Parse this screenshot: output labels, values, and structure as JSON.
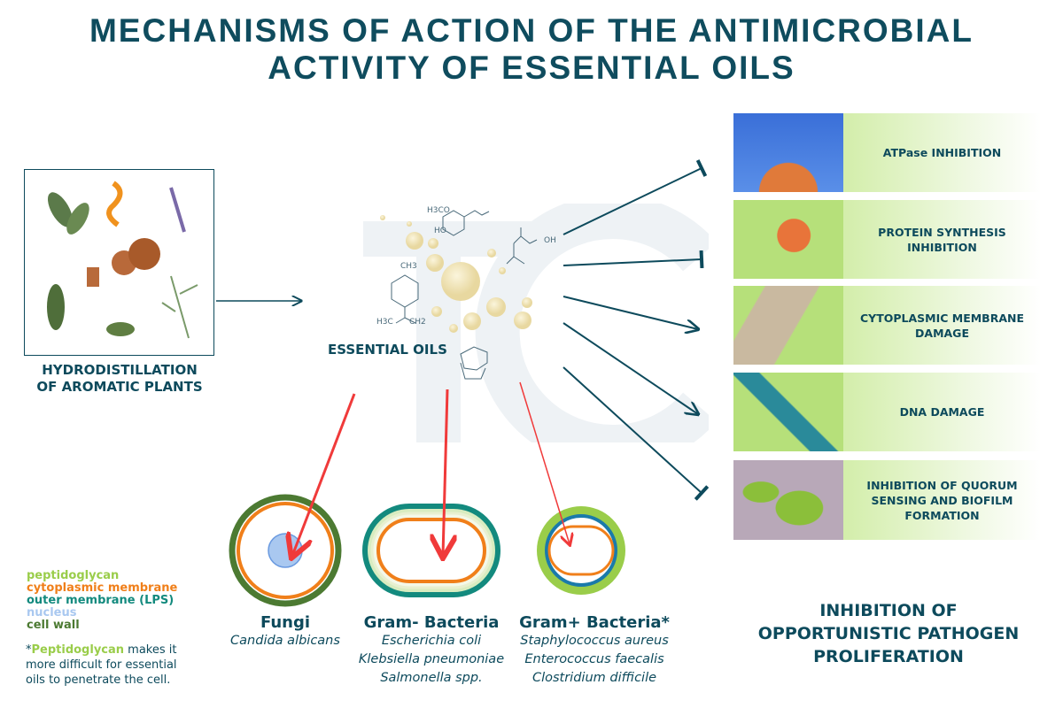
{
  "title": {
    "line1": "MECHANISMS OF ACTION OF THE ANTIMICROBIAL",
    "line2": "ACTIVITY OF ESSENTIAL OILS"
  },
  "source": {
    "label_line1": "HYDRODISTILLATION",
    "label_line2": "OF AROMATIC PLANTS"
  },
  "oils": {
    "label": "ESSENTIAL OILS",
    "chem": [
      "H3CO",
      "HO",
      "CH3",
      "OH",
      "H3C",
      "CH2"
    ]
  },
  "mechanisms": [
    {
      "label": "ATPase INHIBITION",
      "color": "#3a6fd8"
    },
    {
      "label": "PROTEIN SYNTHESIS INHIBITION",
      "color": "#e8743a"
    },
    {
      "label": "CYTOPLASMIC MEMBRANE DAMAGE",
      "color": "#c9b9a0"
    },
    {
      "label": "DNA DAMAGE",
      "color": "#2a8a9a"
    },
    {
      "label": "INHIBITION OF QUORUM SENSING AND BIOFILM FORMATION",
      "color": "#8bbf3a"
    }
  ],
  "outcome": {
    "line1": "INHIBITION OF",
    "line2": "OPPORTUNISTIC PATHOGEN",
    "line3": "PROLIFERATION"
  },
  "cells": [
    {
      "name": "Fungi",
      "species": [
        "Candida albicans"
      ]
    },
    {
      "name": "Gram- Bacteria",
      "species": [
        "Escherichia coli",
        "Klebsiella pneumoniae",
        "Salmonella spp."
      ]
    },
    {
      "name": "Gram+ Bacteria*",
      "species": [
        "Staphylococcus aureus",
        "Enterococcus faecalis",
        "Clostridium difficile"
      ]
    }
  ],
  "legend": [
    {
      "label": "peptidoglycan",
      "color": "#9acd4a"
    },
    {
      "label": "cytoplasmic membrane",
      "color": "#f07f1a"
    },
    {
      "label": "outer membrane (LPS)",
      "color": "#138a7e"
    },
    {
      "label": "nucleus",
      "color": "#a9c8f0"
    },
    {
      "label": "cell wall",
      "color": "#4c7a32"
    }
  ],
  "note": {
    "star": "*",
    "highlight": "Peptidoglycan",
    "rest": " makes it more difficult for essential oils to penetrate the cell."
  }
}
